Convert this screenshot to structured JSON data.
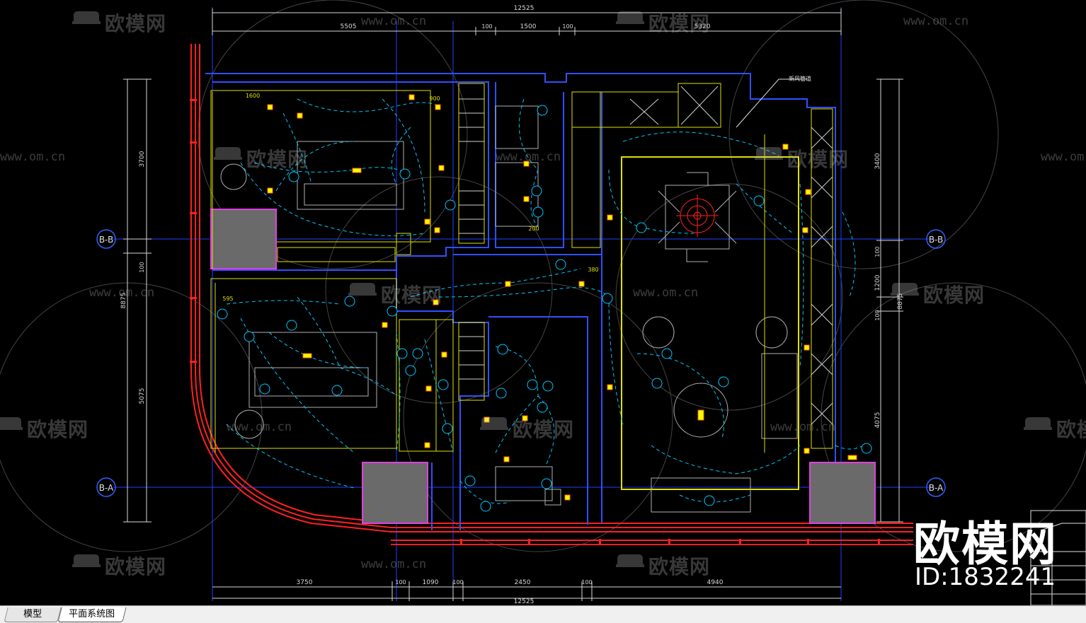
{
  "drawing": {
    "dimensions_top": {
      "overall": "12525",
      "segments": [
        "5505",
        "100",
        "1500",
        "100",
        "5320"
      ]
    },
    "dimensions_bottom": {
      "overall": "12525",
      "segments": [
        "3750",
        "100",
        "1090",
        "100",
        "2450",
        "100",
        "4940"
      ]
    },
    "dimensions_left": {
      "overall": "8875",
      "segments": [
        "3700",
        "100",
        "5075"
      ]
    },
    "dimensions_right": {
      "overall": "8875",
      "segments": [
        "3400",
        "100",
        "1200",
        "100",
        "4075"
      ]
    },
    "axis_labels": {
      "bb_left": "B-B",
      "bb_right": "B-B",
      "ba_left": "B-A",
      "ba_right": "B-A"
    },
    "room_dims": [
      "1600",
      "900",
      "595",
      "200",
      "380"
    ],
    "callout": "新风管道"
  },
  "watermark": {
    "brand": "欧模网",
    "url": "www.om.cn",
    "id_text": "ID:1832241"
  },
  "tabs": {
    "model": "模型",
    "plan": "平面系统图"
  },
  "colors": {
    "wall": "#ff2020",
    "dimension": "#e0e0e0",
    "circuit": "#00d0ff",
    "fixture": "#ffff00",
    "grid": "#2040ff",
    "column": "#6a6a6a",
    "furniture": "#cfcfcf"
  }
}
